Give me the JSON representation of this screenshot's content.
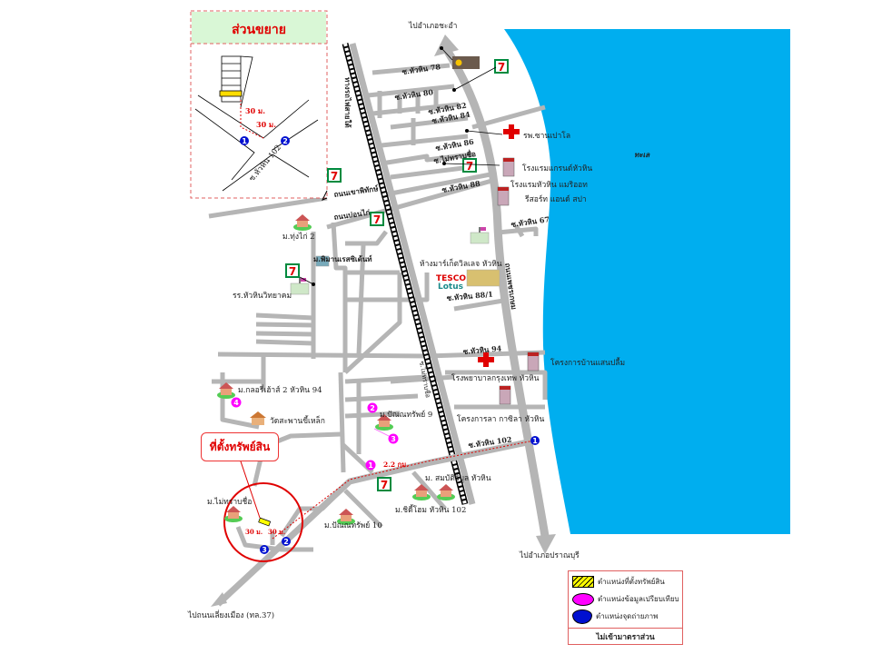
{
  "colors": {
    "sea": "#00aeef",
    "road": "#b5b5b5",
    "accent_red": "#e00000",
    "marker_pink": "#ff00ff",
    "marker_blue": "#0010d0",
    "inset_header": "#d9f7d6"
  },
  "inset": {
    "title": "ส่วนขยาย",
    "dist_1": "30 ม.",
    "dist_2": "30 ม.",
    "road": "ซ.หัวหิน 102",
    "photo_1": "1",
    "photo_2": "2"
  },
  "labels": {
    "to_chaam": "ไปอำเภอชะอำ",
    "soi78": "ซ.หัวหิน 78",
    "soi80": "ซ.หัวหิน 80",
    "soi82": "ซ.หัวหิน 82",
    "soi84": "ซ.หัวหิน 84",
    "sanpaulo": "รพ.ซานเปาโล",
    "sea": "ทะเล",
    "soi86": "ซ.หัวหิน 86",
    "soi_unknown": "ซ.ไม่ทราบชื่อ",
    "grand_hotel": "โรงแรมแกรนด์หัวหิน",
    "marriott_1": "โรงแรมหัวหิน แมริออท",
    "marriott_2": "รีสอร์ท แอนด์ สปา",
    "soi88": "ซ.หัวหิน 88",
    "khao_phithak": "ถนนเขาพิทักษ์",
    "bon_kai": "ถนนบ่อนไก่",
    "soi67": "ซ.หัวหิน 67",
    "tung_kai": "ม.ทุ่งไก่ 2",
    "phiman": "ม.พิมานเรสซิเด้นท์",
    "market_village": "ห้างมาร์เก็ตวิลเลจ หัวหิน",
    "school": "รร.หัวหินวิทยาคม",
    "soi88_1": "ซ.หัวหิน 88/1",
    "soi94": "ซ.หัวหิน 94",
    "saen_pluem": "โครงการบ้านแสนปลื้ม",
    "bangkok_hosp": "โรงพยาบาลกรุงเทพ หัวหิน",
    "glory_house": "ม.กลอรี่เฮ้าส์ 2 หัวหิน 94",
    "pannasap9": "ม.ปัณณทรัพย์ 9",
    "la_casita": "โครงการลา กาซิลา หัวหิน",
    "wat": "วัดสะพานขี้เหล็ก",
    "soi102": "ซ.หัวหิน 102",
    "distance": "2.2 กม.",
    "sombat": "ม. สมบัติวิบูล หัวหิน",
    "unknown_village": "ม.ไม่ทราบชื่อ",
    "chic_home": "ม.ชิดี้โฮม หัวหิน 102",
    "pannasap10": "ม.ปัณณทรัพย์ 10",
    "site_dist_1": "30 ม.",
    "site_dist_2": "30 ม.",
    "to_pranburi": "ไปอำเภอปราณบุรี",
    "to_bypass": "ไปถนนเลี่ยงเมือง (ทล.37)",
    "railway": "ทางรถไฟสายใต้",
    "phetkasem": "ถนนเพชรเกษม",
    "tesco": "TESCO",
    "lotus": "Lotus",
    "soi_unknown_2": "ซ.ไม่ทราบชื่อ"
  },
  "callout": "ที่ตั้งทรัพย์สิน",
  "comparables": [
    "1",
    "2",
    "3",
    "4"
  ],
  "photo_points": [
    "1",
    "2",
    "3"
  ],
  "legend": {
    "items": [
      "ตำแหน่งที่ตั้งทรัพย์สิน",
      "ตำแหน่งข้อมูลเปรียบเทียบ",
      "ตำแหน่งจุดถ่ายภาพ"
    ],
    "footer": "ไม่เข้ามาตราส่วน"
  }
}
